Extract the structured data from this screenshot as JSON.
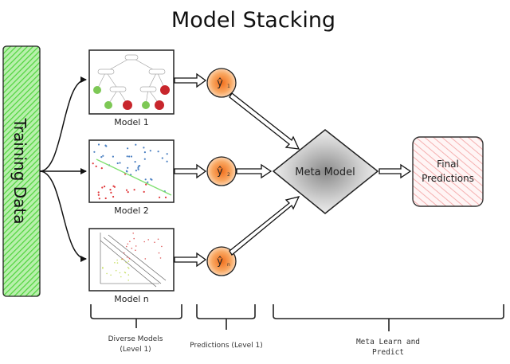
{
  "title": "Model Stacking",
  "training_data": {
    "label": "Training Data",
    "fill": "#7ee06e"
  },
  "models": [
    {
      "label": "Model 1",
      "thumbnail": "decision-tree"
    },
    {
      "label": "Model 2",
      "thumbnail": "linear-classifier-scatter"
    },
    {
      "label": "Model n",
      "thumbnail": "svm-margin-plot"
    }
  ],
  "predictions": [
    {
      "symbol": "ŷ",
      "subscript": "1"
    },
    {
      "symbol": "ŷ",
      "subscript": "2"
    },
    {
      "symbol": "ŷ",
      "subscript": "n"
    }
  ],
  "meta_model": {
    "label": "Meta Model"
  },
  "final": {
    "line1": "Final",
    "line2": "Predictions",
    "fill": "#f7c6c6"
  },
  "brackets": [
    {
      "line1": "Diverse Models",
      "line2": "(Level 1)"
    },
    {
      "line1": "Predictions (Level 1)",
      "line2": ""
    },
    {
      "line1": "Meta Learn and",
      "line2": "Predict"
    }
  ],
  "colors": {
    "prediction_node": "#f5a05a",
    "meta_model": "#bdbdbd",
    "tree_leaf_green": "#7dc855",
    "tree_leaf_red": "#c8262c",
    "scatter_blue": "#4a7fc1",
    "scatter_red": "#e0373a",
    "separator": "#7ee06e"
  }
}
